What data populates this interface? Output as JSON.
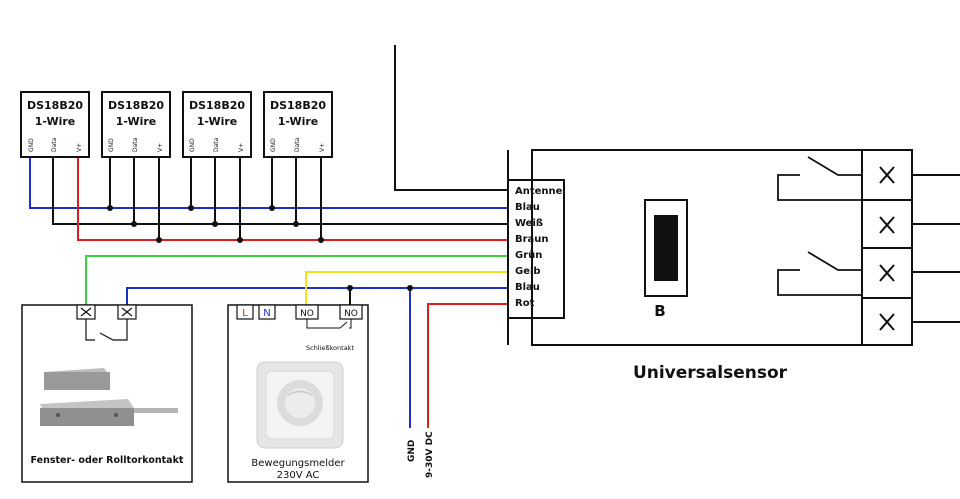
{
  "sensors": [
    {
      "name": "DS18B20",
      "bus": "1-Wire",
      "pins": [
        "GND",
        "Data",
        "V+"
      ]
    },
    {
      "name": "DS18B20",
      "bus": "1-Wire",
      "pins": [
        "GND",
        "Data",
        "V+"
      ]
    },
    {
      "name": "DS18B20",
      "bus": "1-Wire",
      "pins": [
        "GND",
        "Data",
        "V+"
      ]
    },
    {
      "name": "DS18B20",
      "bus": "1-Wire",
      "pins": [
        "GND",
        "Data",
        "V+"
      ]
    }
  ],
  "terminals": [
    "Antenne",
    "Blau",
    "Weiß",
    "Braun",
    "Grün",
    "Gelb",
    "Blau",
    "Rot"
  ],
  "module": {
    "title": "Universalsensor",
    "switch_label": "B"
  },
  "window_contact": {
    "caption": "Fenster- oder Rolltorkontakt"
  },
  "motion_sensor": {
    "caption_line1": "Bewegungsmelder",
    "caption_line2": "230V AC",
    "terminal_L": "L",
    "terminal_N": "N",
    "terminal_no1": "NO",
    "terminal_no2": "NO",
    "contact_label": "Schließkontakt"
  },
  "power": {
    "gnd_label": "GND",
    "supply_label": "9-30V DC"
  },
  "colors": {
    "blue": "#1c2fc8",
    "red": "#d81e1e",
    "green": "#3ed23e",
    "yellow": "#f2e21a",
    "black": "#111111"
  }
}
